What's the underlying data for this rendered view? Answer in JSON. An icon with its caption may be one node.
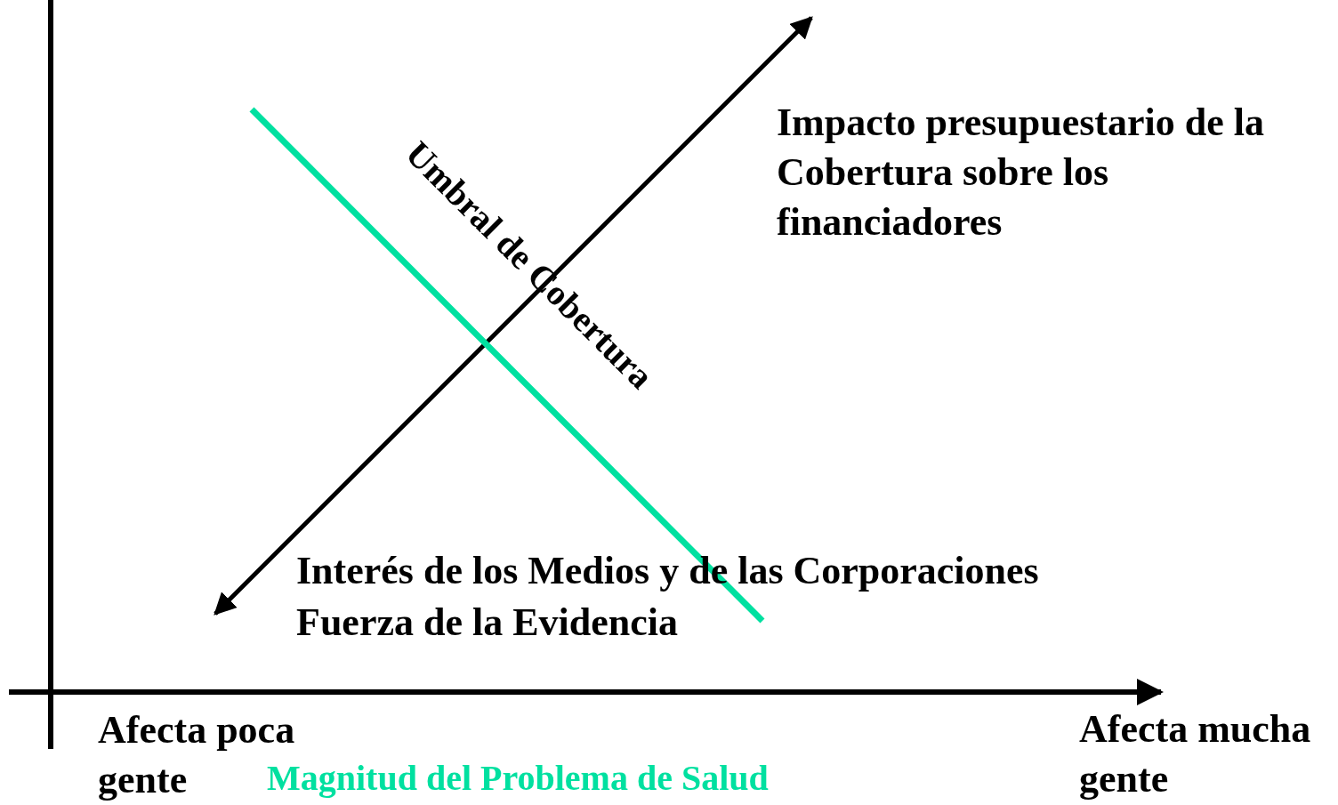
{
  "diagram": {
    "labels": [
      "Impacto presupuestario de la Cobertura sobre los financiadores",
      "Umbral de Cobertura",
      "Interés de los Medios y de las Corporaciones",
      "Fuerza de la Evidencia",
      "Afecta poca gente",
      "Afecta mucha gente",
      "Magnitud del Problema de Salud"
    ]
  }
}
